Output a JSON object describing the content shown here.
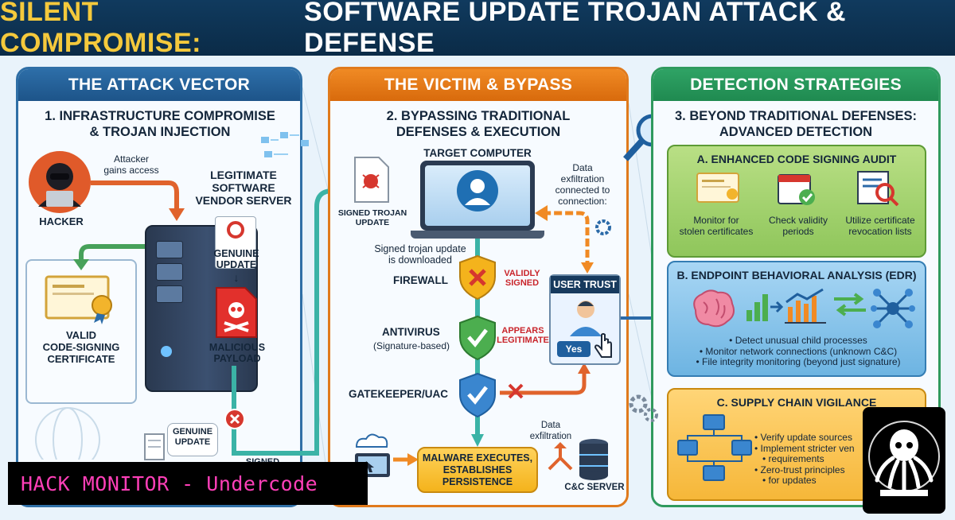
{
  "title": {
    "accent": "SILENT COMPROMISE:",
    "rest": "SOFTWARE UPDATE TROJAN ATTACK & DEFENSE"
  },
  "panels": {
    "attack": {
      "header": "THE ATTACK VECTOR",
      "subtitle_line1": "1. INFRASTRUCTURE COMPROMISE",
      "subtitle_line2": "& TROJAN INJECTION",
      "attacker_note_line1": "Attacker",
      "attacker_note_line2": "gains access",
      "hacker_label": "HACKER",
      "vendor_line1": "LEGITIMATE",
      "vendor_line2": "SOFTWARE",
      "vendor_line3": "VENDOR SERVER",
      "genuine_update_line1": "GENUINE",
      "genuine_update_line2": "UPDATE",
      "malicious_line1": "MALICIOUS",
      "malicious_line2": "PAYLOAD",
      "cert_line1": "VALID",
      "cert_line2": "CODE-SIGNING",
      "cert_line3": "CERTIFICATE",
      "bubble_line1": "GENUINE",
      "bubble_line2": "UPDATE",
      "signed_partial": "SIGNED"
    },
    "victim": {
      "header": "THE VICTIM & BYPASS",
      "subtitle_line1": "2. BYPASSING TRADITIONAL",
      "subtitle_line2": "DEFENSES & EXECUTION",
      "target_label": "TARGET COMPUTER",
      "signed_trojan_line1": "SIGNED TROJAN",
      "signed_trojan_line2": "UPDATE",
      "exfil_top_line1": "Data",
      "exfil_top_line2": "exfiltration",
      "exfil_top_line3": "connected to",
      "exfil_top_line4": "connection:",
      "downloaded_line1": "Signed trojan update",
      "downloaded_line2": "is downloaded",
      "firewall": "FIREWALL",
      "firewall_note_line1": "VALIDLY",
      "firewall_note_line2": "SIGNED",
      "antivirus": "ANTIVIRUS",
      "antivirus_sub": "(Signature-based)",
      "antivirus_note_line1": "APPEARS",
      "antivirus_note_line2": "LEGITIMATE",
      "gatekeeper": "GATEKEEPER/UAC",
      "user_trust": "USER TRUST",
      "yes_label": "Yes",
      "malware_line1": "MALWARE EXECUTES,",
      "malware_line2": "ESTABLISHES",
      "malware_line3": "PERSISTENCE",
      "exfil_bottom_line1": "Data",
      "exfil_bottom_line2": "exfiltration",
      "cc_server": "C&C SERVER"
    },
    "detection": {
      "header": "DETECTION STRATEGIES",
      "subtitle_line1": "3. BEYOND TRADITIONAL DEFENSES:",
      "subtitle_line2": "ADVANCED DETECTION",
      "section_a": {
        "title": "A. ENHANCED CODE SIGNING AUDIT",
        "items": [
          {
            "line1": "Monitor for",
            "line2": "stolen certificates"
          },
          {
            "line1": "Check validity",
            "line2": "periods"
          },
          {
            "line1": "Utilize certificate",
            "line2": "revocation lists"
          }
        ]
      },
      "section_b": {
        "title": "B. ENDPOINT BEHAVIORAL ANALYSIS (EDR)",
        "bullets": [
          "Detect unusual child processes",
          "Monitor network connections (unknown C&C)",
          "File integrity monitoring (beyond just signature)"
        ]
      },
      "section_c": {
        "title": "C. SUPPLY CHAIN VIGILANCE",
        "bullets": [
          "Verify update sources",
          "Implement stricter ven",
          "requirements",
          "Zero-trust principles",
          "for updates"
        ]
      }
    }
  },
  "watermark": "HACK MONITOR - Undercode",
  "colors": {
    "title_accent": "#f4c93c",
    "attack": "#2d6ea8",
    "victim": "#f08a24",
    "detection": "#2fa365",
    "watermark_text": "#ff3fb8"
  }
}
